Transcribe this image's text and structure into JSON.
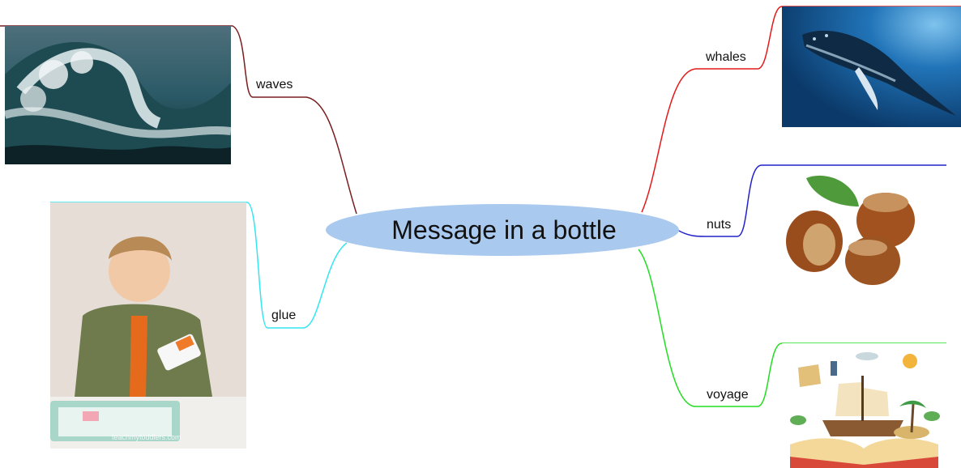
{
  "mindmap": {
    "center": {
      "text": "Message in a bottle",
      "fill": "#a9c9ee"
    },
    "branches": [
      {
        "label": "waves",
        "color": "#7a1e1e",
        "image": "ocean-wave-image"
      },
      {
        "label": "glue",
        "color": "#33e6f0",
        "image": "child-with-glue-image",
        "watermark": "teachmytoddlers.com"
      },
      {
        "label": "whales",
        "color": "#e41a1a",
        "image": "humpback-whale-image"
      },
      {
        "label": "nuts",
        "color": "#2222cc",
        "image": "hazelnuts-image"
      },
      {
        "label": "voyage",
        "color": "#22dd22",
        "image": "storybook-voyage-illustration"
      }
    ]
  }
}
